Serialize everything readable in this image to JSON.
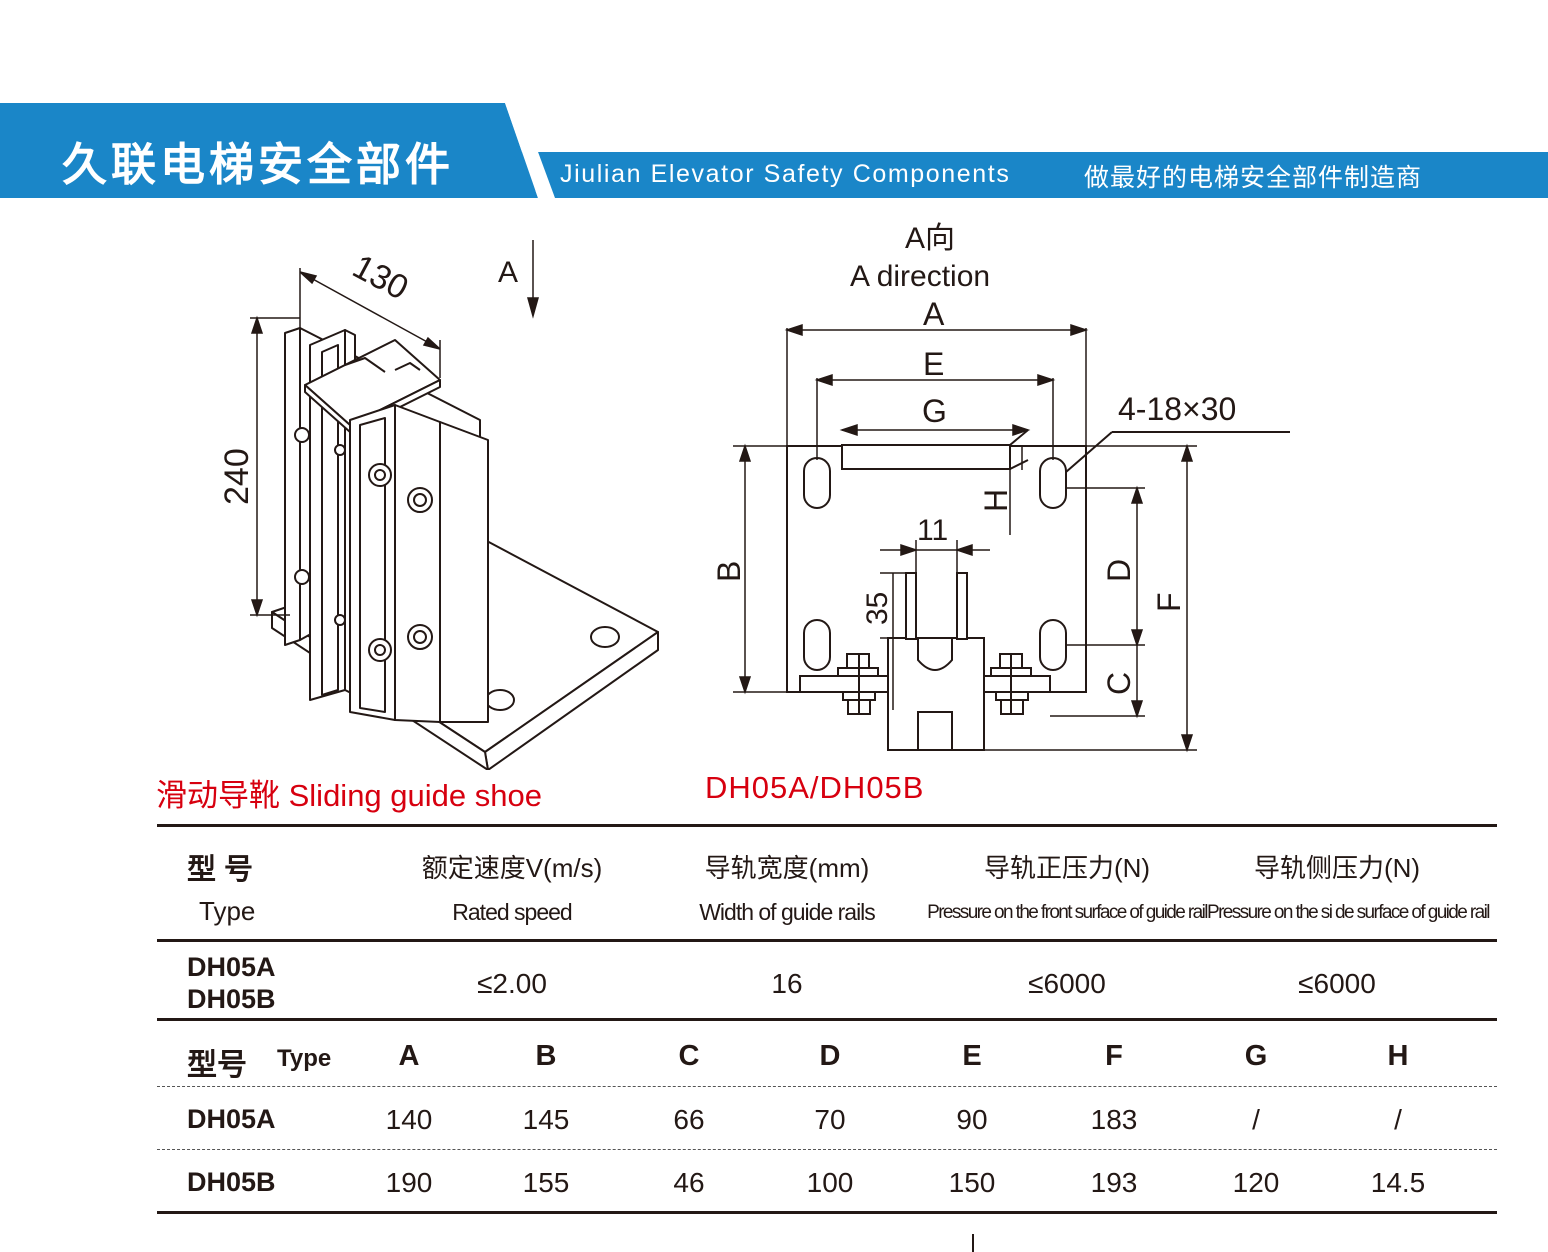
{
  "header": {
    "cn_title": "久联电梯安全部件",
    "en_title": "Jiulian Elevator Safety Components",
    "slogan": "做最好的电梯安全部件制造商",
    "brand_color": "#1a86c8"
  },
  "drawing_3d": {
    "dim_width": "130",
    "dim_height": "240",
    "view_arrow_label": "A"
  },
  "drawing_front": {
    "title_cn": "A向",
    "title_en": "A direction",
    "labels": {
      "A": "A",
      "E": "E",
      "G": "G",
      "H": "H",
      "B": "B",
      "C": "C",
      "D": "D",
      "F": "F",
      "slot_spec": "4-18×30",
      "dim_11": "11",
      "dim_35": "35"
    }
  },
  "captions": {
    "product_name": "滑动导靴 Sliding guide shoe",
    "model": "DH05A/DH05B"
  },
  "spec_table": {
    "headers": [
      {
        "cn": "型 号",
        "en": "Type"
      },
      {
        "cn": "额定速度V(m/s)",
        "en": "Rated speed"
      },
      {
        "cn": "导轨宽度(mm)",
        "en": "Width of guide rails"
      },
      {
        "cn": "导轨正压力(N)",
        "en": "Pressure on the front surface of guide rail"
      },
      {
        "cn": "导轨侧压力(N)",
        "en": "Pressure on the si  de surface of guide rail"
      }
    ],
    "row": {
      "types": [
        "DH05A",
        "DH05B"
      ],
      "rated_speed": "≤2.00",
      "rail_width": "16",
      "front_pressure": "≤6000",
      "side_pressure": "≤6000"
    }
  },
  "dim_table": {
    "type_cn": "型号",
    "type_en": "Type",
    "columns": [
      "A",
      "B",
      "C",
      "D",
      "E",
      "F",
      "G",
      "H"
    ],
    "rows": [
      {
        "type": "DH05A",
        "values": [
          "140",
          "145",
          "66",
          "70",
          "90",
          "183",
          "/",
          "/"
        ]
      },
      {
        "type": "DH05B",
        "values": [
          "190",
          "155",
          "46",
          "100",
          "150",
          "193",
          "120",
          "14.5"
        ]
      }
    ]
  }
}
